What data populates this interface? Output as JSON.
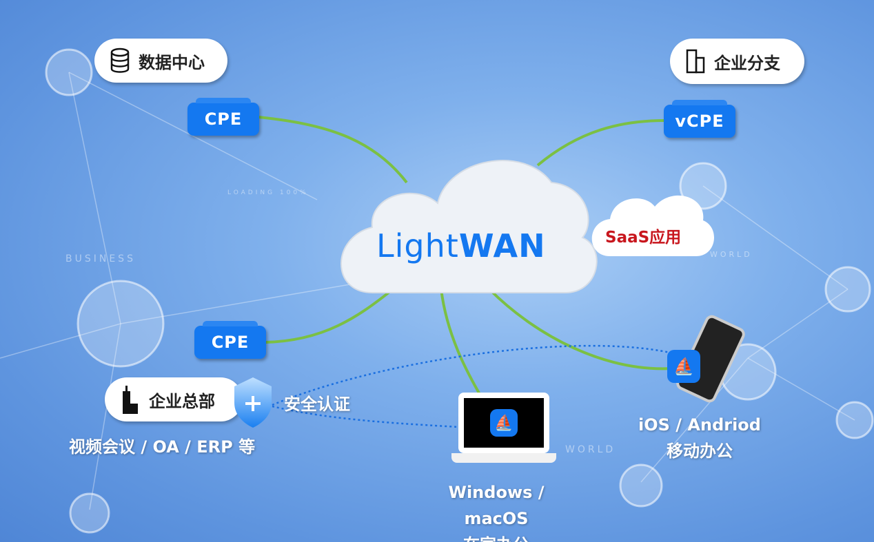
{
  "title": "LightWAN",
  "title_parts": {
    "light": "Light",
    "wan": "WAN"
  },
  "nodes": {
    "datacenter": {
      "label": "数据中心",
      "icon": "database-icon"
    },
    "branch": {
      "label": "企业分支",
      "icon": "building-icon"
    },
    "headquarters": {
      "label": "企业总部",
      "icon": "skyscraper-icon"
    },
    "saas": {
      "label": "SaaS应用"
    }
  },
  "cpe": {
    "top_left": "CPE",
    "top_right": "vCPE",
    "bottom_left": "CPE"
  },
  "security": {
    "label": "安全认证",
    "icon": "shield-plus-icon"
  },
  "hq_apps": "视频会议 / OA / ERP 等",
  "desktop": {
    "line1": "Windows / macOS",
    "line2": "在家办公"
  },
  "mobile": {
    "line1": "iOS / Andriod",
    "line2": "移动办公"
  },
  "background_text": [
    "BUSINESS",
    "WORLD",
    "WORLD",
    "LOADING 100%"
  ],
  "colors": {
    "link": "#7bc043",
    "brand": "#1478f0",
    "saas_text": "#c8161d",
    "dotted": "#1a6fe0"
  }
}
